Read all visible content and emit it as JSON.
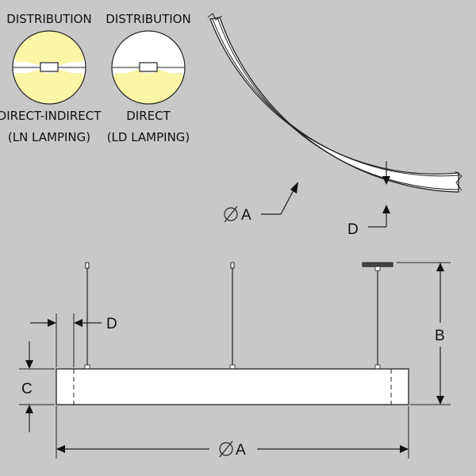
{
  "distribution": {
    "left": {
      "heading": "DISTRIBUTION",
      "type": "DIRECT-INDIRECT",
      "lamping": "(LN LAMPING)"
    },
    "right": {
      "heading": "DISTRIBUTION",
      "type": "DIRECT",
      "lamping": "(LD LAMPING)"
    }
  },
  "plan_view": {
    "diameter_label": "A",
    "depth_label": "D"
  },
  "elevation": {
    "side_depth_label": "D",
    "height_label": "C",
    "overall_label": "B",
    "diameter_label": "A"
  },
  "colors": {
    "background": "#c8c8c8",
    "light_beam": "#fbf5a6",
    "line": "#222222",
    "fixture": "#ffffff"
  }
}
